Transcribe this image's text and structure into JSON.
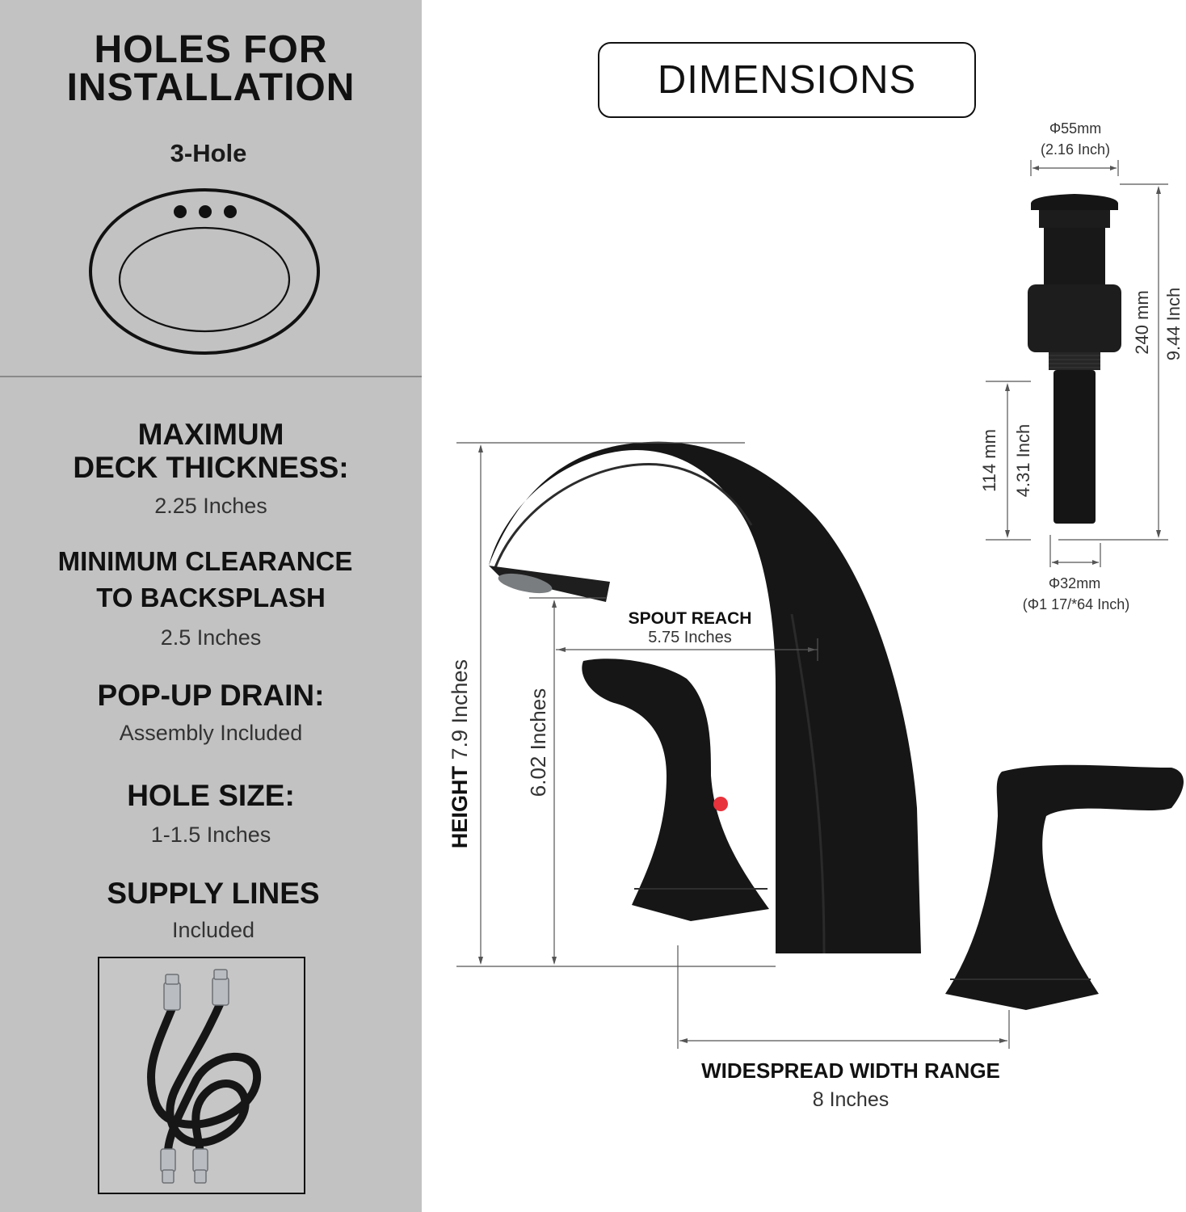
{
  "left": {
    "title_line1": "HOLES FOR",
    "title_line2": "INSTALLATION",
    "hole_type": "3-Hole",
    "deck_label_line1": "MAXIMUM",
    "deck_label_line2": "DECK THICKNESS:",
    "deck_value": "2.25 Inches",
    "clearance_label_line1": "MINIMUM CLEARANCE",
    "clearance_label_line2": "TO BACKSPLASH",
    "clearance_value": "2.5 Inches",
    "drain_label": "POP-UP DRAIN:",
    "drain_value": "Assembly Included",
    "hole_size_label": "HOLE SIZE:",
    "hole_size_value": "1-1.5 Inches",
    "supply_label": "SUPPLY LINES",
    "supply_value": "Included"
  },
  "dimensions": {
    "title": "DIMENSIONS",
    "drain_top_dia_mm": "Φ55mm",
    "drain_top_dia_in": "(2.16 Inch)",
    "drain_height_mm": "240 mm",
    "drain_height_in": "9.44 Inch",
    "drain_tail_mm": "114 mm",
    "drain_tail_in": "4.31 Inch",
    "drain_bottom_dia_mm": "Φ32mm",
    "drain_bottom_dia_in": "(Φ1 17/*64 Inch)",
    "spout_reach_label": "SPOUT REACH",
    "spout_reach_value": "5.75 Inches",
    "height_label": "HEIGHT",
    "height_value": "7.9 Inches",
    "spout_height_value": "6.02 Inches",
    "width_label": "WIDESPREAD WIDTH RANGE",
    "width_value": "8 Inches"
  },
  "colors": {
    "panel": "#c2c2c2",
    "product": "#111111",
    "hot_indicator": "#e8323c"
  },
  "icons": [
    "sink-3-hole-icon",
    "supply-hoses-image",
    "drain-image",
    "faucet-image"
  ]
}
